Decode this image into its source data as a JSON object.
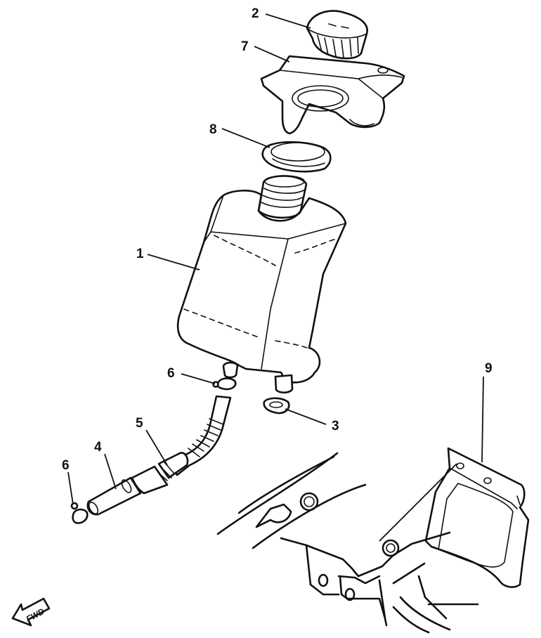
{
  "callouts": [
    {
      "id": "tank",
      "label": "1"
    },
    {
      "id": "cap",
      "label": "2"
    },
    {
      "id": "grommet",
      "label": "3"
    },
    {
      "id": "pipe",
      "label": "4"
    },
    {
      "id": "hose",
      "label": "5"
    },
    {
      "id": "clip-upper",
      "label": "6"
    },
    {
      "id": "clip-lower",
      "label": "6"
    },
    {
      "id": "bracket-cap",
      "label": "7"
    },
    {
      "id": "seal",
      "label": "8"
    },
    {
      "id": "bracket-tank",
      "label": "9"
    }
  ],
  "direction_label": "FWD"
}
